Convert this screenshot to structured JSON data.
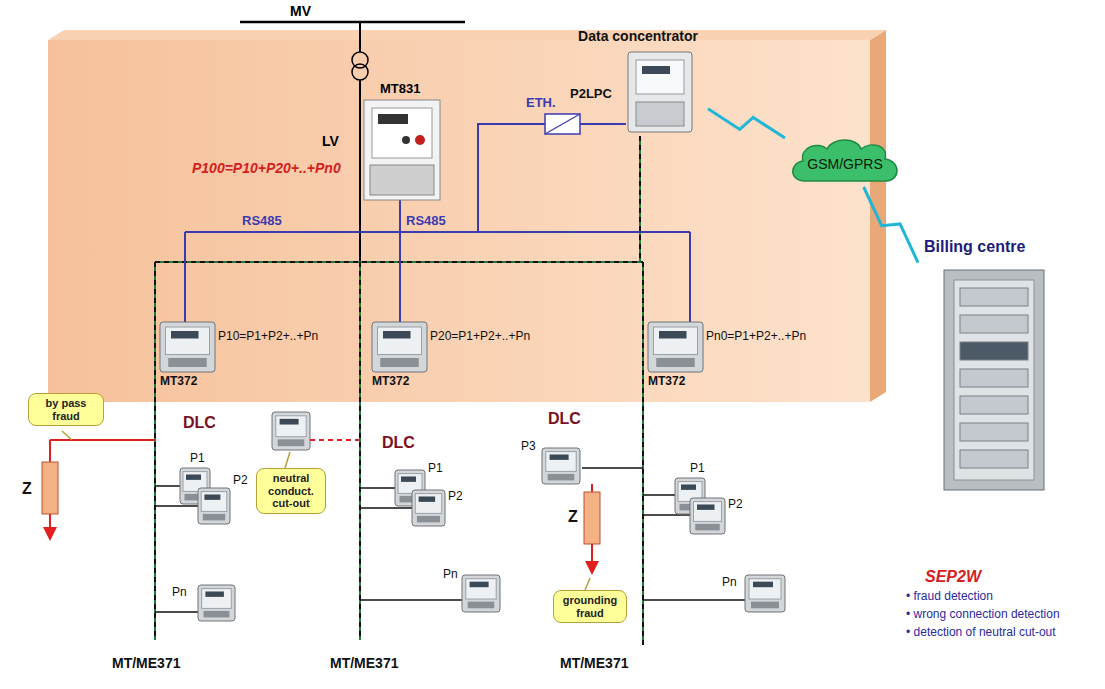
{
  "diagram": {
    "nodes": [
      {
        "text": [
          "Data concentrator",
          "P2LPC"
        ]
      },
      {
        "text": [
          "GSM/GPRS"
        ]
      },
      {
        "text": [
          "Billing centre"
        ]
      },
      {
        "text": [
          "by pass fraud"
        ]
      },
      {
        "text": [
          "neutral conduct. cut-out"
        ]
      },
      {
        "text": [
          "grounding fraud"
        ]
      }
    ],
    "edges": [
      {
        "from": 0,
        "to": 1,
        "arrow": "none"
      },
      {
        "from": 1,
        "to": 2,
        "arrow": "none"
      }
    ],
    "labels": [
      "MV",
      "MT831",
      "LV",
      "P100=P10+P20+..+Pn0",
      "ETH.",
      "RS485",
      "RS485",
      "P10=P1+P2+..+Pn",
      "P20=P1+P2+..+Pn",
      "Pn0=P1+P2+..+Pn",
      "MT372",
      "MT372",
      "MT372",
      "DLC",
      "DLC",
      "DLC",
      "P1",
      "P2",
      "Pn",
      "P1",
      "P2",
      "Pn",
      "P3",
      "P1",
      "P2",
      "Pn",
      "Z",
      "Z",
      "MT/ME371",
      "MT/ME371",
      "MT/ME371",
      "SEP2W",
      "• fraud detection",
      "• wrong connection detection",
      "• detection of neutral cut-out"
    ]
  }
}
